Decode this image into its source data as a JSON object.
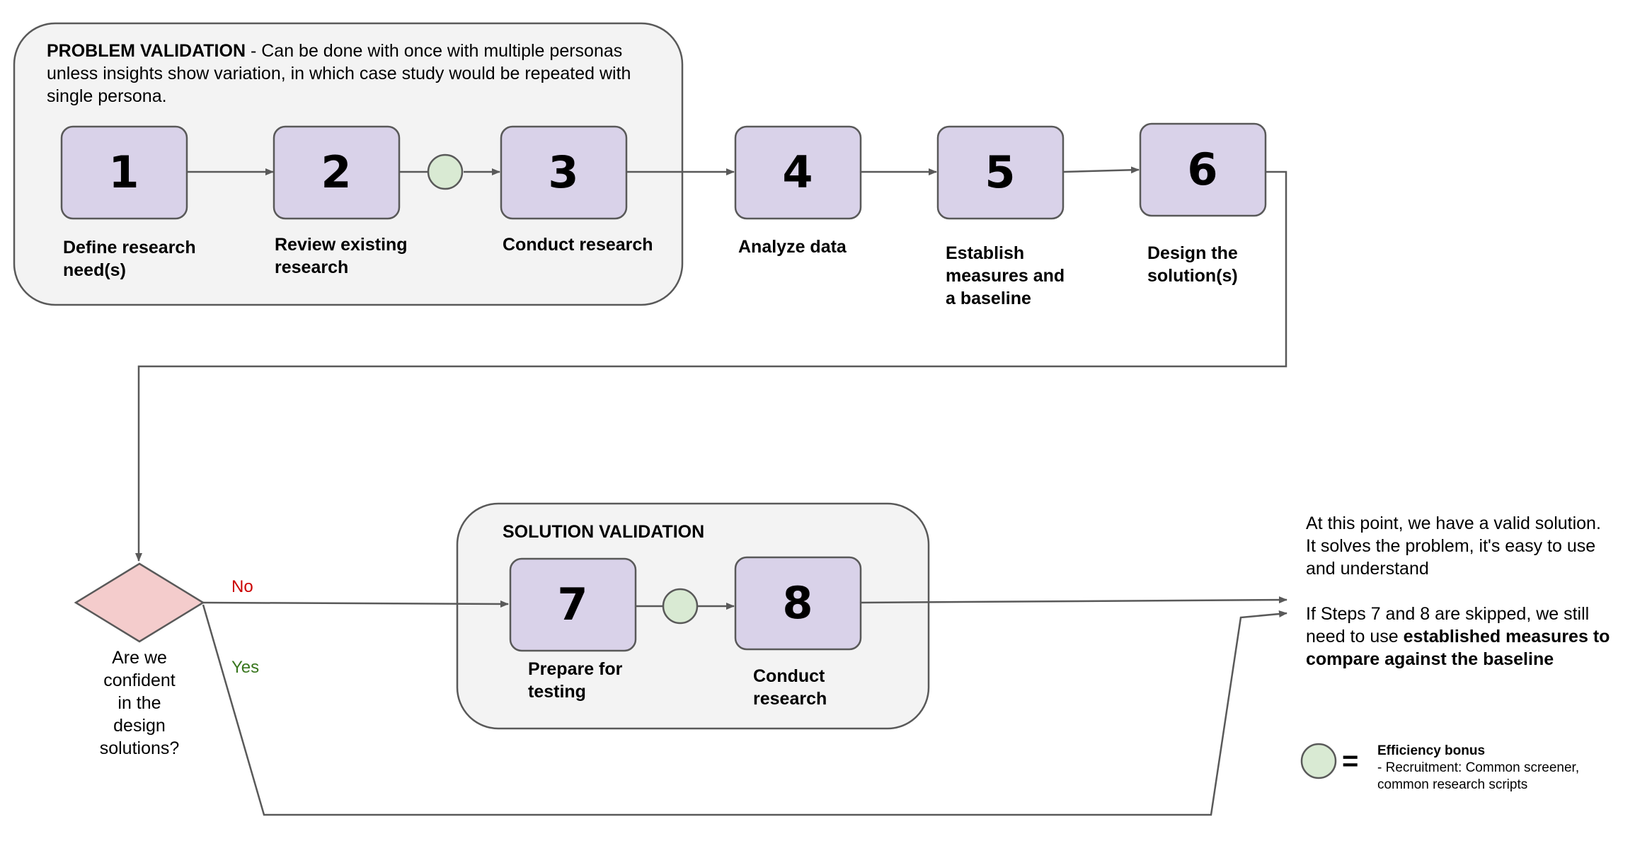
{
  "groups": {
    "problem": {
      "title_bold": "PROBLEM VALIDATION",
      "title_rest_line1": " - Can be done with once with multiple personas",
      "title_line2": "unless insights show variation, in which case study would be repeated with",
      "title_line3": "single persona."
    },
    "solution": {
      "title_bold": "SOLUTION VALIDATION"
    }
  },
  "steps": [
    {
      "number": "1",
      "label_line1": "Define research",
      "label_line2": "need(s)"
    },
    {
      "number": "2",
      "label_line1": "Review existing",
      "label_line2": "research"
    },
    {
      "number": "3",
      "label_line1": "Conduct research"
    },
    {
      "number": "4",
      "label_line1": "Analyze data"
    },
    {
      "number": "5",
      "label_line1": "Establish",
      "label_line2": "measures and",
      "label_line3": "a baseline"
    },
    {
      "number": "6",
      "label_line1": "Design the",
      "label_line2": "solution(s)"
    },
    {
      "number": "7",
      "label_line1": "Prepare for",
      "label_line2": "testing"
    },
    {
      "number": "8",
      "label_line1": "Conduct",
      "label_line2": "research"
    }
  ],
  "decision": {
    "lines": [
      "Are we",
      "confident",
      "in the",
      "design",
      "solutions?"
    ],
    "no_label": "No",
    "yes_label": "Yes"
  },
  "outcome": {
    "line1": "At this point, we have a valid solution.",
    "line2": "It solves the problem, it's easy to use",
    "line3": "and understand",
    "line4": "If Steps 7 and 8 are skipped, we still",
    "line5_plain": "need to use ",
    "line5_bold": "established measures to",
    "line6_bold": "compare against the baseline"
  },
  "legend": {
    "equals": "=",
    "title": "Efficiency bonus",
    "line1": "- Recruitment: Common screener,",
    "line2": "common research scripts"
  },
  "colors": {
    "step_fill": "#d9d2e9",
    "step_stroke": "#595959",
    "group_fill": "#f3f3f3",
    "group_stroke": "#595959",
    "decision_fill": "#f4cccc",
    "bonus_fill": "#d9ead3",
    "connector": "#595959",
    "no_color": "#cc0000",
    "yes_color": "#38761d"
  },
  "icons": {
    "efficiency_bonus": "green-circle-icon"
  }
}
